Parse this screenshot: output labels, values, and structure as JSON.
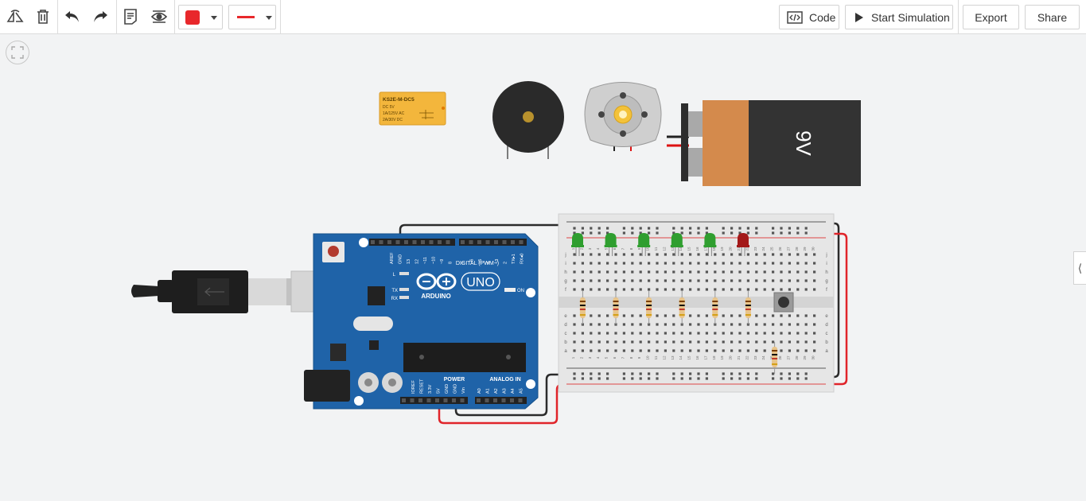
{
  "toolbar": {
    "rotate_icon": "rotate-icon",
    "delete_icon": "trash-icon",
    "undo_icon": "undo-icon",
    "redo_icon": "redo-icon",
    "notes_icon": "notes-icon",
    "visibility_icon": "eye-icon",
    "fill_color": "#e8282b",
    "wire_color": "#e8282b",
    "code_label": "Code",
    "start_simulation_label": "Start Simulation",
    "export_label": "Export",
    "share_label": "Share"
  },
  "components": {
    "relay": {
      "lines": [
        "KS2E-M-DC5",
        "DC 5V",
        "1A/125V AC",
        "2A/30V DC"
      ],
      "color": "#f3b63c"
    },
    "battery": {
      "label": "9V"
    },
    "arduino": {
      "brand": "ARDUINO",
      "model": "UNO",
      "digital_label": "DIGITAL (PWM~)",
      "power_label": "POWER",
      "analog_label": "ANALOG IN",
      "on_label": "ON",
      "led_labels": [
        "L",
        "TX",
        "RX"
      ],
      "digital_pins": [
        "AREF",
        "GND",
        "13",
        "12",
        "~11",
        "~10",
        "~9",
        "8",
        "7",
        "~6",
        "~5",
        "4",
        "~3",
        "2",
        "TX▸1",
        "RX◂0"
      ],
      "power_pins": [
        "IOREF",
        "RESET",
        "3.3V",
        "5V",
        "GND",
        "GND",
        "Vin"
      ],
      "analog_pins": [
        "A0",
        "A1",
        "A2",
        "A3",
        "A4",
        "A5"
      ],
      "color": "#1f63a8"
    },
    "breadboard": {
      "row_letters_top": [
        "j",
        "i",
        "h",
        "g",
        "f"
      ],
      "row_letters_bottom": [
        "e",
        "d",
        "c",
        "b",
        "a"
      ],
      "column_numbers": [
        "1",
        "2",
        "3",
        "4",
        "5",
        "6",
        "7",
        "8",
        "9",
        "10",
        "11",
        "12",
        "13",
        "14",
        "15",
        "16",
        "17",
        "18",
        "19",
        "20",
        "21",
        "22",
        "23",
        "24",
        "25",
        "26",
        "27",
        "28",
        "29",
        "30"
      ]
    },
    "leds": [
      {
        "color": "#2f9e2f"
      },
      {
        "color": "#2f9e2f"
      },
      {
        "color": "#2f9e2f"
      },
      {
        "color": "#2f9e2f"
      },
      {
        "color": "#2f9e2f"
      },
      {
        "color": "#a31919"
      }
    ]
  },
  "wire_colors": {
    "black": "#2b2b2b",
    "red": "#e0242a"
  },
  "panel": {
    "collapse_icon": "chevron-left-icon"
  },
  "view": {
    "fit_icon": "fit-to-view-icon"
  }
}
